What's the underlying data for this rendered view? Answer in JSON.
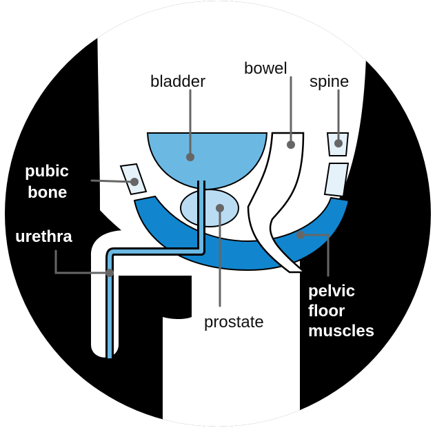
{
  "labels": {
    "bladder": "bladder",
    "bowel": "bowel",
    "spine": "spine",
    "pubic_bone_line1": "pubic",
    "pubic_bone_line2": "bone",
    "urethra": "urethra",
    "prostate": "prostate",
    "pelvic_line1": "pelvic",
    "pelvic_line2": "floor",
    "pelvic_line3": "muscles"
  },
  "colors": {
    "background_circle": "#000000",
    "body": "#ffffff",
    "bladder": "#6bb8e3",
    "prostate": "#b9dcf2",
    "pelvic_floor": "#1186cf",
    "bone": "#e6f2fa",
    "leader_line": "#666666"
  }
}
